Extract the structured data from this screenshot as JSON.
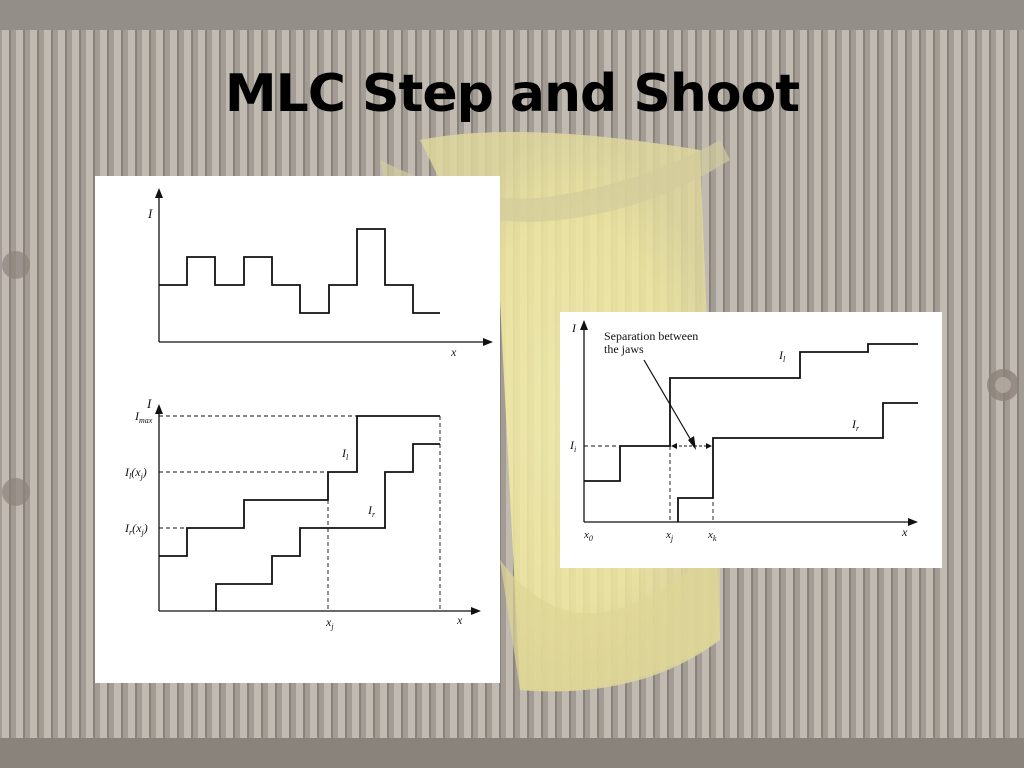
{
  "slide": {
    "title": "MLC Step and Shoot"
  },
  "diagram1": {
    "y_label": "I",
    "x_label": "x"
  },
  "diagram2": {
    "y_label": "I",
    "imax_main": "I",
    "imax_sub": "max",
    "il_main": "I",
    "il_sub": "l",
    "ir_main": "I",
    "ir_sub": "r",
    "ilxj_main": "I",
    "ilxj_sub": "l",
    "ilxj_arg_open": "(x",
    "ilxj_arg_sub": "j",
    "ilxj_arg_close": ")",
    "irxj_main": "I",
    "irxj_sub": "r",
    "irxj_arg_open": "(x",
    "irxj_arg_sub": "j",
    "irxj_arg_close": ")",
    "xj_main": "x",
    "xj_sub": "j",
    "x_label": "x"
  },
  "diagram3": {
    "y_label": "I",
    "note_line1": "Separation between",
    "note_line2": "the jaws",
    "il_main": "I",
    "il_sub": "l",
    "ir_main": "I",
    "ir_sub": "r",
    "ii_main": "I",
    "ii_sub": "i",
    "x0_main": "x",
    "x0_sub": "0",
    "xj_main": "x",
    "xj_sub": "j",
    "xk_main": "x",
    "xk_sub": "k",
    "x_label": "x"
  }
}
